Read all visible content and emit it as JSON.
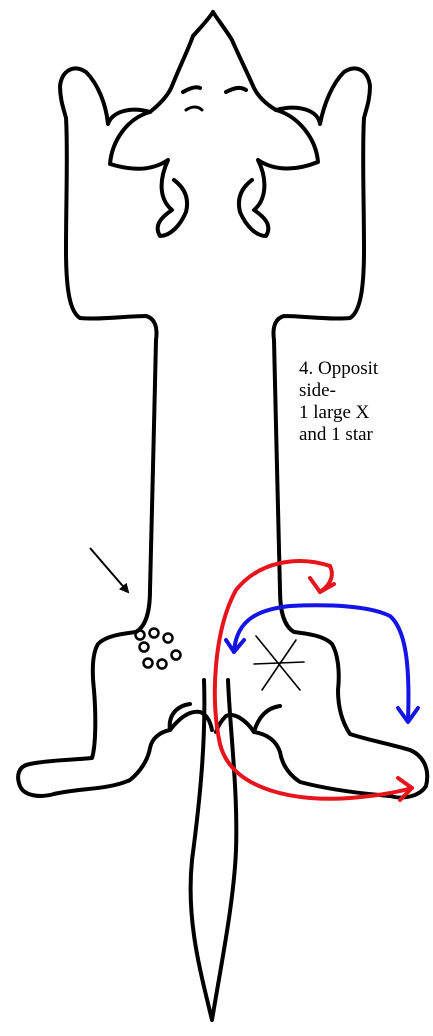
{
  "note": {
    "lines": [
      "4. Opposit",
      "side-",
      "1 large X",
      "and 1 star"
    ]
  },
  "colors": {
    "outline": "#000000",
    "arrow_red": "#e8141c",
    "arrow_blue": "#1414e6"
  },
  "markers": {
    "small_circle_count": 7,
    "star_count": 1
  }
}
